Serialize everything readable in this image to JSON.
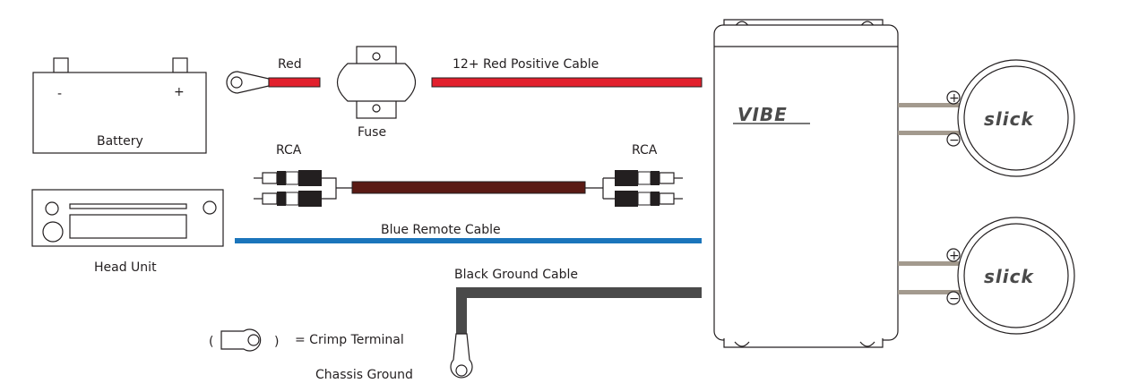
{
  "labels": {
    "battery": "Battery",
    "battery_minus": "-",
    "battery_plus": "+",
    "red": "Red",
    "fuse": "Fuse",
    "positive_cable": "12+ Red Positive Cable",
    "rca_left": "RCA",
    "rca_right": "RCA",
    "head_unit": "Head Unit",
    "remote_cable": "Blue Remote Cable",
    "ground_cable": "Black Ground Cable",
    "crimp_terminal": "= Crimp Terminal",
    "chassis_ground": "Chassis Ground",
    "paren_open": "(",
    "paren_close": ")"
  },
  "amplifier": {
    "logo": "VIBE"
  },
  "speakers": [
    {
      "logo": "slick",
      "plus": "+",
      "minus": "−"
    },
    {
      "logo": "slick",
      "plus": "+",
      "minus": "−"
    }
  ],
  "colors": {
    "red_cable": "#e2202d",
    "rca_cable": "#5a1a14",
    "blue_cable": "#1b75bb",
    "ground_cable": "#4a4a4a",
    "speaker_wire": "#a39a8e",
    "outline": "#231f20"
  }
}
